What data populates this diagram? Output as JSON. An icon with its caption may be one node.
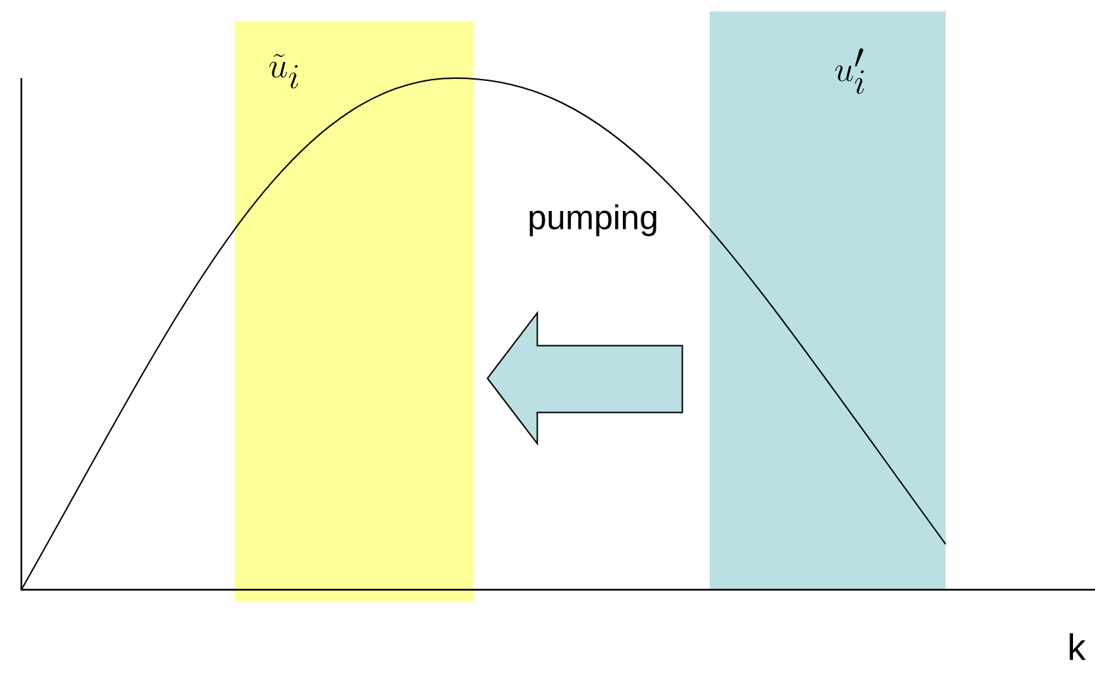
{
  "diagram": {
    "nodes": [
      {
        "text": [
          "\\tilde{u}_i"
        ]
      },
      {
        "text": [
          "u_i'"
        ]
      }
    ],
    "edges": [
      {
        "from": 1,
        "to": 0,
        "arrow": "to",
        "label": "pumping"
      }
    ],
    "labels": [
      "k"
    ]
  }
}
